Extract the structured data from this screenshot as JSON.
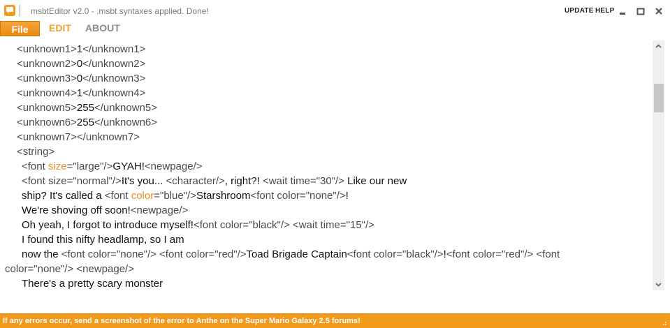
{
  "window": {
    "title": "msbtEditor v2.0 - .msbt syntaxes applied. Done!",
    "update_label": "UPDATE",
    "help_label": "HELP"
  },
  "menu": {
    "file": "File",
    "edit": "EDIT",
    "about": "ABOUT"
  },
  "colors": {
    "accent": "#f29a1b",
    "attribute": "#e8901c",
    "tag": "#4a4a4a"
  },
  "editor": {
    "lines": [
      {
        "segments": [
          {
            "text": "<unknown1>",
            "kind": "t"
          },
          {
            "text": "1",
            "kind": "x"
          },
          {
            "text": "</unknown1>",
            "kind": "t"
          }
        ]
      },
      {
        "segments": [
          {
            "text": "<unknown2>",
            "kind": "t"
          },
          {
            "text": "0",
            "kind": "x"
          },
          {
            "text": "</unknown2>",
            "kind": "t"
          }
        ]
      },
      {
        "segments": [
          {
            "text": "<unknown3>",
            "kind": "t"
          },
          {
            "text": "0",
            "kind": "x"
          },
          {
            "text": "</unknown3>",
            "kind": "t"
          }
        ]
      },
      {
        "segments": [
          {
            "text": "<unknown4>",
            "kind": "t"
          },
          {
            "text": "1",
            "kind": "x"
          },
          {
            "text": "</unknown4>",
            "kind": "t"
          }
        ]
      },
      {
        "segments": [
          {
            "text": "<unknown5>",
            "kind": "t"
          },
          {
            "text": "255",
            "kind": "x"
          },
          {
            "text": "</unknown5>",
            "kind": "t"
          }
        ]
      },
      {
        "segments": [
          {
            "text": "<unknown6>",
            "kind": "t"
          },
          {
            "text": "255",
            "kind": "x"
          },
          {
            "text": "</unknown6>",
            "kind": "t"
          }
        ]
      },
      {
        "segments": [
          {
            "text": "<unknown7></unknown7>",
            "kind": "t"
          }
        ]
      },
      {
        "segments": [
          {
            "text": "<string>",
            "kind": "t"
          }
        ]
      },
      {
        "segments": [
          {
            "text": "<font ",
            "kind": "t"
          },
          {
            "text": "size",
            "kind": "a"
          },
          {
            "text": "=\"large\"/>",
            "kind": "t"
          },
          {
            "text": "GYAH!",
            "kind": "x"
          },
          {
            "text": "<newpage/>",
            "kind": "t"
          }
        ]
      },
      {
        "segments": [
          {
            "text": "<font size=\"normal\"/>",
            "kind": "t"
          },
          {
            "text": "It's you... ",
            "kind": "x"
          },
          {
            "text": "<character/>",
            "kind": "t"
          },
          {
            "text": ", right?! ",
            "kind": "x"
          },
          {
            "text": "<wait time=\"30\"/>",
            "kind": "t"
          },
          {
            "text": " Like our new",
            "kind": "x"
          }
        ]
      },
      {
        "segments": [
          {
            "text": "ship? It's called a ",
            "kind": "x"
          },
          {
            "text": "<font ",
            "kind": "t"
          },
          {
            "text": "color",
            "kind": "a"
          },
          {
            "text": "=\"blue\"/>",
            "kind": "t"
          },
          {
            "text": "Starshroom",
            "kind": "x"
          },
          {
            "text": "<font color=\"none\"/>",
            "kind": "t"
          },
          {
            "text": "!",
            "kind": "x"
          }
        ]
      },
      {
        "segments": [
          {
            "text": "We're shoving off soon!",
            "kind": "x"
          },
          {
            "text": "<newpage/>",
            "kind": "t"
          }
        ]
      },
      {
        "segments": [
          {
            "text": "Oh yeah, I forgot to introduce myself!",
            "kind": "x"
          },
          {
            "text": "<font color=\"black\"/> <wait time=\"15\"/>",
            "kind": "t"
          }
        ]
      },
      {
        "segments": [
          {
            "text": "I found this nifty headlamp, so I am",
            "kind": "x"
          }
        ]
      },
      {
        "segments": [
          {
            "text": "now the ",
            "kind": "x"
          },
          {
            "text": "<font color=\"none\"/> <font color=\"red\"/>",
            "kind": "t"
          },
          {
            "text": "Toad Brigade Captain",
            "kind": "x"
          },
          {
            "text": "<font color=\"black\"/>",
            "kind": "t"
          },
          {
            "text": "!",
            "kind": "x"
          },
          {
            "text": "<font color=\"red\"/> <font",
            "kind": "t"
          }
        ]
      },
      {
        "segments": [
          {
            "text": "color=\"none\"/> <newpage/>",
            "kind": "t"
          }
        ]
      },
      {
        "segments": [
          {
            "text": "There's a pretty scary monster",
            "kind": "x"
          }
        ]
      }
    ]
  },
  "status": {
    "message": "If any errors occur, send a screenshot of the error to Anthe on the Super Mario Galaxy 2.5 forums!"
  }
}
